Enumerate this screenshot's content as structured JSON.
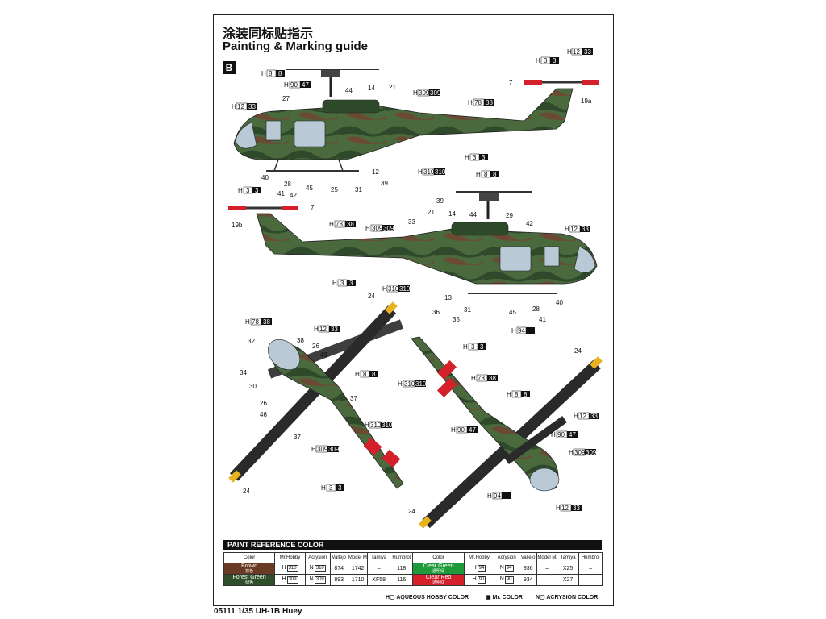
{
  "header": {
    "title_cn": "涂装同标贴指示",
    "title_en": "Painting & Marking guide",
    "badge": "B"
  },
  "codes": {
    "h8": "8",
    "h3": "3",
    "h12": "12",
    "h33": "33",
    "h90": "90",
    "h47": "47",
    "h78": "78",
    "h38": "38",
    "h309": "309",
    "h310": "310",
    "h94": "94"
  },
  "callouts": {
    "c7": "7",
    "c14": "14",
    "c19a": "19a",
    "c19b": "19b",
    "c21": "21",
    "c24": "24",
    "c25": "25",
    "c26": "26",
    "c27": "27",
    "c28": "28",
    "c29": "29",
    "c30": "30",
    "c31": "31",
    "c32": "32",
    "c33": "33",
    "c34": "34",
    "c35": "35",
    "c36": "36",
    "c37": "37",
    "c38": "38",
    "c39": "39",
    "c40": "40",
    "c41": "41",
    "c42": "42",
    "c43": "43",
    "c44": "44",
    "c45": "45",
    "c46": "46",
    "c12": "12",
    "c13": "13"
  },
  "paint_reference": {
    "header": "PAINT  REFERENCE COLOR",
    "columns": [
      "Color",
      "Mr.Hobby",
      "Acrysion",
      "Vallejo",
      "Model Master",
      "Tamiya",
      "Humbrol"
    ],
    "left_rows": [
      {
        "color_en": "Brown",
        "color_cn": "棕色",
        "swatch": "#6b3a22",
        "hobby": "310",
        "acrysion": "310",
        "vallejo": "874",
        "model_master": "1742",
        "tamiya": "–",
        "humbrol": "118"
      },
      {
        "color_en": "Forest Green",
        "color_cn": "绿色",
        "swatch": "#2f4f2a",
        "hobby": "309",
        "acrysion": "309",
        "vallejo": "893",
        "model_master": "1710",
        "tamiya": "XF58",
        "humbrol": "116"
      }
    ],
    "right_rows": [
      {
        "color_en": "Clear Green",
        "color_cn": "透明绿",
        "swatch": "#1e9a3a",
        "hobby": "94",
        "acrysion": "94",
        "vallejo": "936",
        "model_master": "–",
        "tamiya": "X25",
        "humbrol": "–"
      },
      {
        "color_en": "Clear Red",
        "color_cn": "透明红",
        "swatch": "#d4202a",
        "hobby": "90",
        "acrysion": "90",
        "vallejo": "934",
        "model_master": "–",
        "tamiya": "X27",
        "humbrol": "–"
      }
    ],
    "prefix_h": "H",
    "prefix_n": "N"
  },
  "legend": {
    "hobby": "H▢ AQUEOUS HOBBY COLOR",
    "mr": "▣ Mr. COLOR",
    "acrysion": "N▢ ACRYSION COLOR"
  },
  "footer": "05111 1/35 UH-1B Huey",
  "colors": {
    "green": "#3f5a36",
    "brown": "#6b4a34",
    "dark": "#2a3a22",
    "glass": "#b9cad6"
  }
}
